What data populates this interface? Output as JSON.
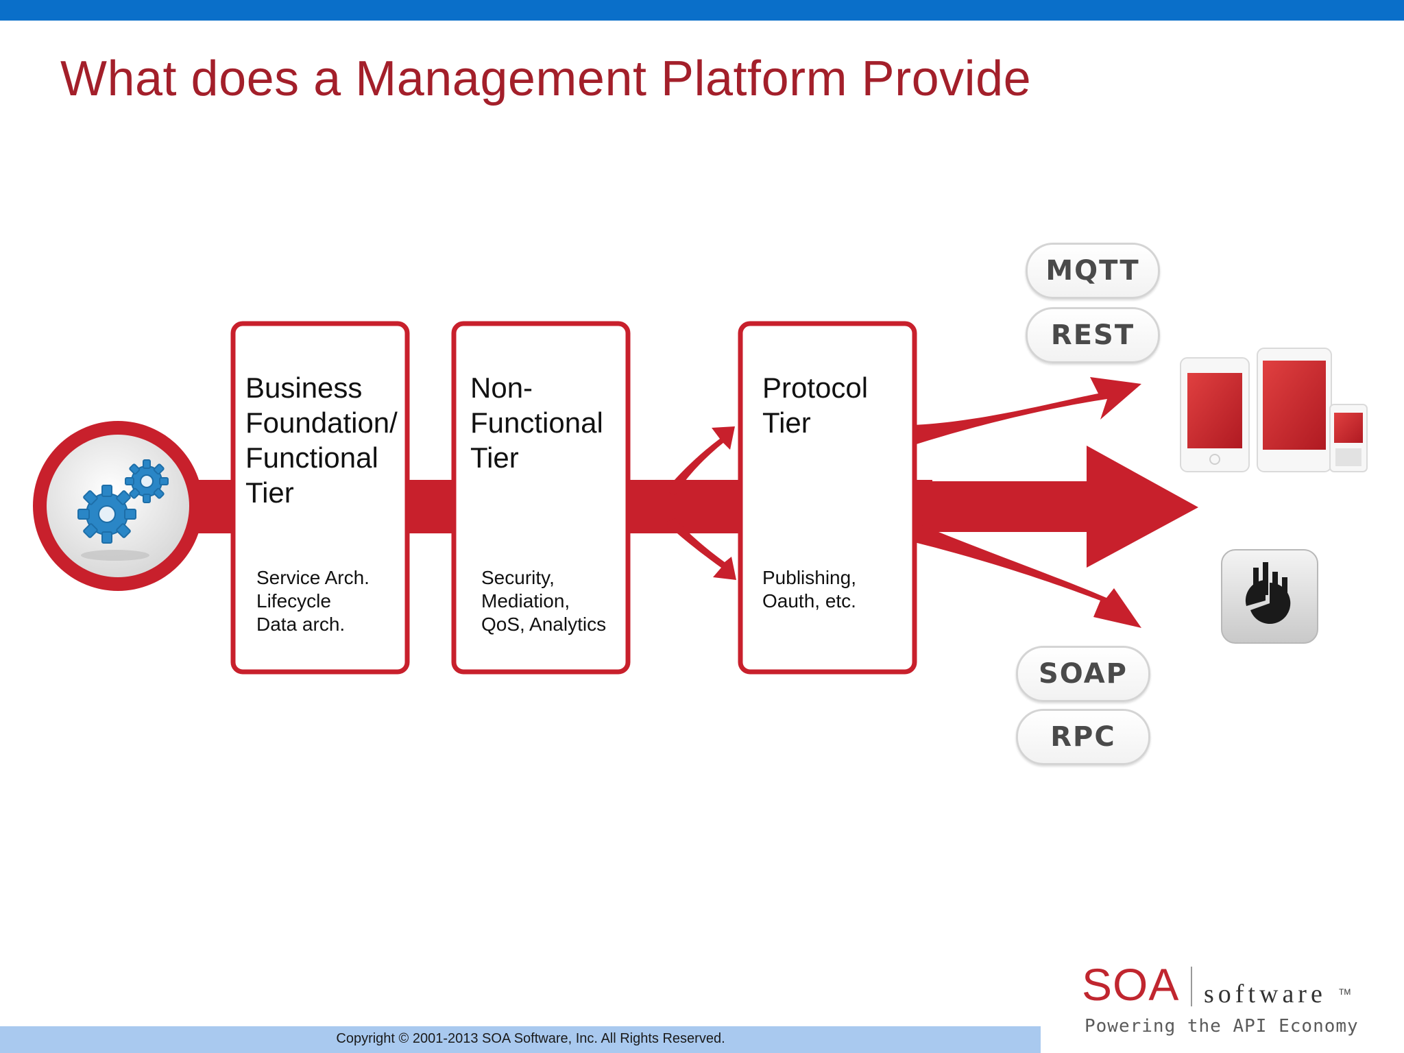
{
  "slide": {
    "title": "What does a Management Platform Provide"
  },
  "tiers": [
    {
      "label": "Business\nFoundation/\nFunctional\nTier",
      "detail": "Service Arch.\nLifecycle\nData arch."
    },
    {
      "label": "Non-\nFunctional\nTier",
      "detail": "Security,\nMediation,\nQoS, Analytics"
    },
    {
      "label": "Protocol\nTier",
      "detail": "Publishing,\nOauth, etc."
    }
  ],
  "protocols": {
    "top": [
      "MQTT",
      "REST"
    ],
    "bottom": [
      "SOAP",
      "RPC"
    ]
  },
  "icons": {
    "source": "gears-icon",
    "devices": "mobile-devices-icon",
    "analytics": "analytics-app-icon"
  },
  "colors": {
    "accent_red": "#c8202c",
    "title_red": "#a31f2a",
    "top_bar_blue": "#0a6fc9",
    "footer_blue": "#a9c9ef",
    "gear_blue": "#2a86c6"
  },
  "footer": {
    "copyright": "Copyright © 2001-2013 SOA Software, Inc. All Rights Reserved."
  },
  "logo": {
    "brand": "SOA",
    "product": "software",
    "trademark": "TM",
    "tagline": "Powering the API Economy"
  }
}
